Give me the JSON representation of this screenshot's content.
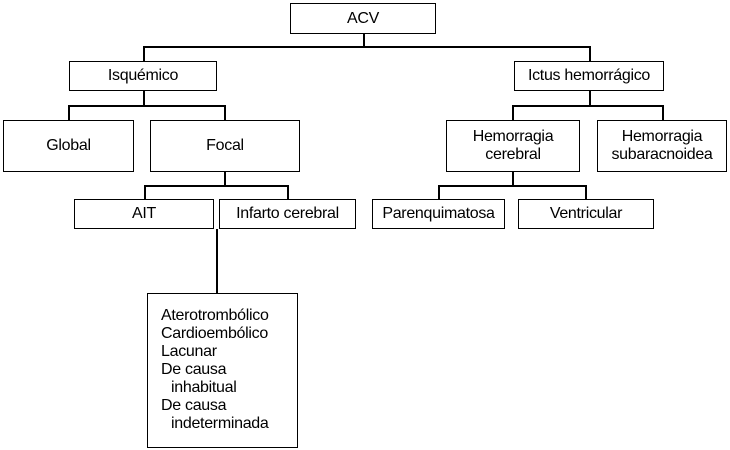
{
  "diagram": {
    "root": "ACV",
    "ischemic": {
      "label": "Isquémico",
      "global": "Global",
      "focal": "Focal",
      "ait": "AIT",
      "infarto": "Infarto cerebral",
      "subtypes": {
        "atero": "Aterotrombólico",
        "cardio": "Cardioembólico",
        "lacunar": "Lacunar",
        "inhabitual_1": "De causa",
        "inhabitual_2": "inhabitual",
        "indeterminada_1": "De causa",
        "indeterminada_2": "indeterminada"
      }
    },
    "hemorrhagic": {
      "label": "Ictus hemorrágico",
      "cerebral_line1": "Hemorragia",
      "cerebral_line2": "cerebral",
      "subarac_line1": "Hemorragia",
      "subarac_line2": "subaracnoidea",
      "parenquimatosa": "Parenquimatosa",
      "ventricular": "Ventricular"
    }
  }
}
